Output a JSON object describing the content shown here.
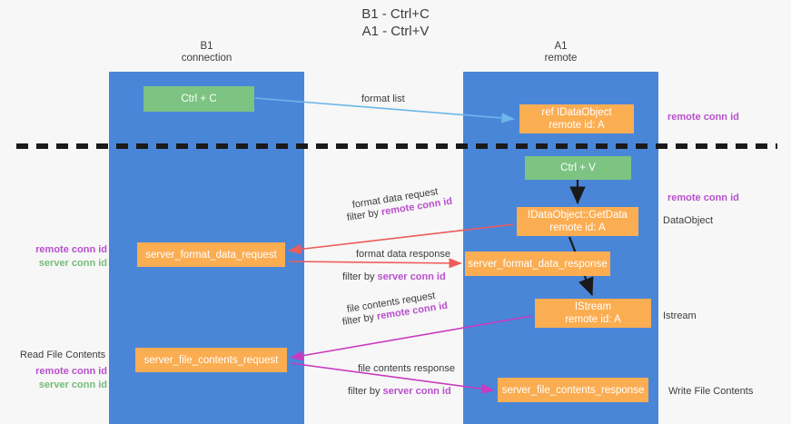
{
  "title": "B1 - Ctrl+C\nA1 - Ctrl+V",
  "lanes": [
    {
      "id": "b1",
      "heading": "B1\nconnection"
    },
    {
      "id": "a1",
      "heading": "A1\nremote"
    }
  ],
  "nodes": {
    "ctrl_c": "Ctrl + C",
    "idataobject": "ref IDataObject\nremote id: A",
    "ctrl_v": "Ctrl + V",
    "getdata": "IDataObject::GetData\nremote id: A",
    "server_format_data_request": "server_format_data_request",
    "server_format_data_response": "server_format_data_response",
    "istream": "IStream\nremote id: A",
    "server_file_contents_request": "server_file_contents_request",
    "server_file_contents_response": "server_file_contents_response"
  },
  "edge_labels": {
    "format_list": "format list",
    "format_data_request": "format data request",
    "filter_by": "filter by ",
    "remote_conn_id": "remote conn id",
    "server_conn_id": "server conn id",
    "format_data_response": "format data response",
    "file_contents_request": "file contents request",
    "file_contents_response": "file contents response"
  },
  "side_labels": {
    "remote_conn_id": "remote conn id",
    "server_conn_id": "server conn id",
    "read_file_contents": "Read File Contents",
    "write_file_contents": "Write File Contents",
    "dataobject": "DataObject",
    "istream": "Istream"
  },
  "colors": {
    "lane": "#4a86d8",
    "green_node": "#7dc382",
    "orange_node": "#fbad52",
    "purple_text": "#b84fce",
    "green_text": "#73bd7b",
    "blue_arrow": "#6cb7e8",
    "red_arrow": "#ef5b5b",
    "magenta_arrow": "#c93bbf",
    "dark_arrow": "#1a1a1a",
    "background": "#f7f7f7"
  }
}
